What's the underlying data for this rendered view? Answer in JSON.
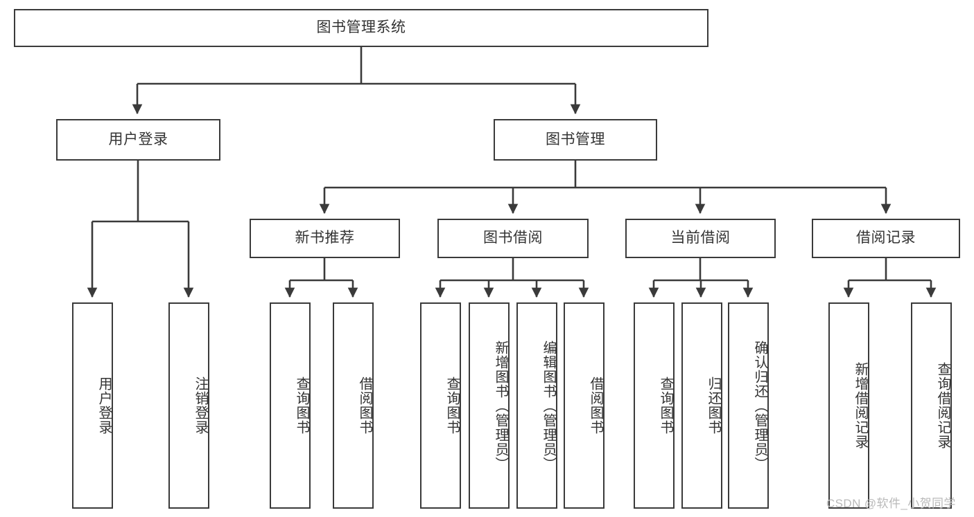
{
  "diagram": {
    "title": "图书管理系统",
    "type": "tree-hierarchy-diagram",
    "colors": {
      "box_border": "#3a3a3a",
      "box_fill": "#ffffff",
      "text": "#333333",
      "connector": "#3a3a3a",
      "watermark": "#b9b9b9",
      "background": "#ffffff"
    },
    "root": {
      "label": "图书管理系统"
    },
    "level2": [
      {
        "label": "用户登录"
      },
      {
        "label": "图书管理"
      }
    ],
    "level3": [
      {
        "label": "新书推荐"
      },
      {
        "label": "图书借阅"
      },
      {
        "label": "当前借阅"
      },
      {
        "label": "借阅记录"
      }
    ],
    "leaves": {
      "user_login": [
        {
          "label": "用户登录"
        },
        {
          "label": "注销登录"
        }
      ],
      "new_book_recommend": [
        {
          "label": "查询图书"
        },
        {
          "label": "借阅图书"
        }
      ],
      "book_borrow": [
        {
          "label": "查询图书"
        },
        {
          "label": "新增图书（管理员）"
        },
        {
          "label": "编辑图书（管理员）"
        },
        {
          "label": "借阅图书"
        }
      ],
      "current_borrow": [
        {
          "label": "查询图书"
        },
        {
          "label": "归还图书"
        },
        {
          "label": "确认归还（管理员）"
        }
      ],
      "borrow_record": [
        {
          "label": "新增借阅记录"
        },
        {
          "label": "查询借阅记录"
        }
      ]
    },
    "watermark": "CSDN @软件_小贺同学"
  }
}
